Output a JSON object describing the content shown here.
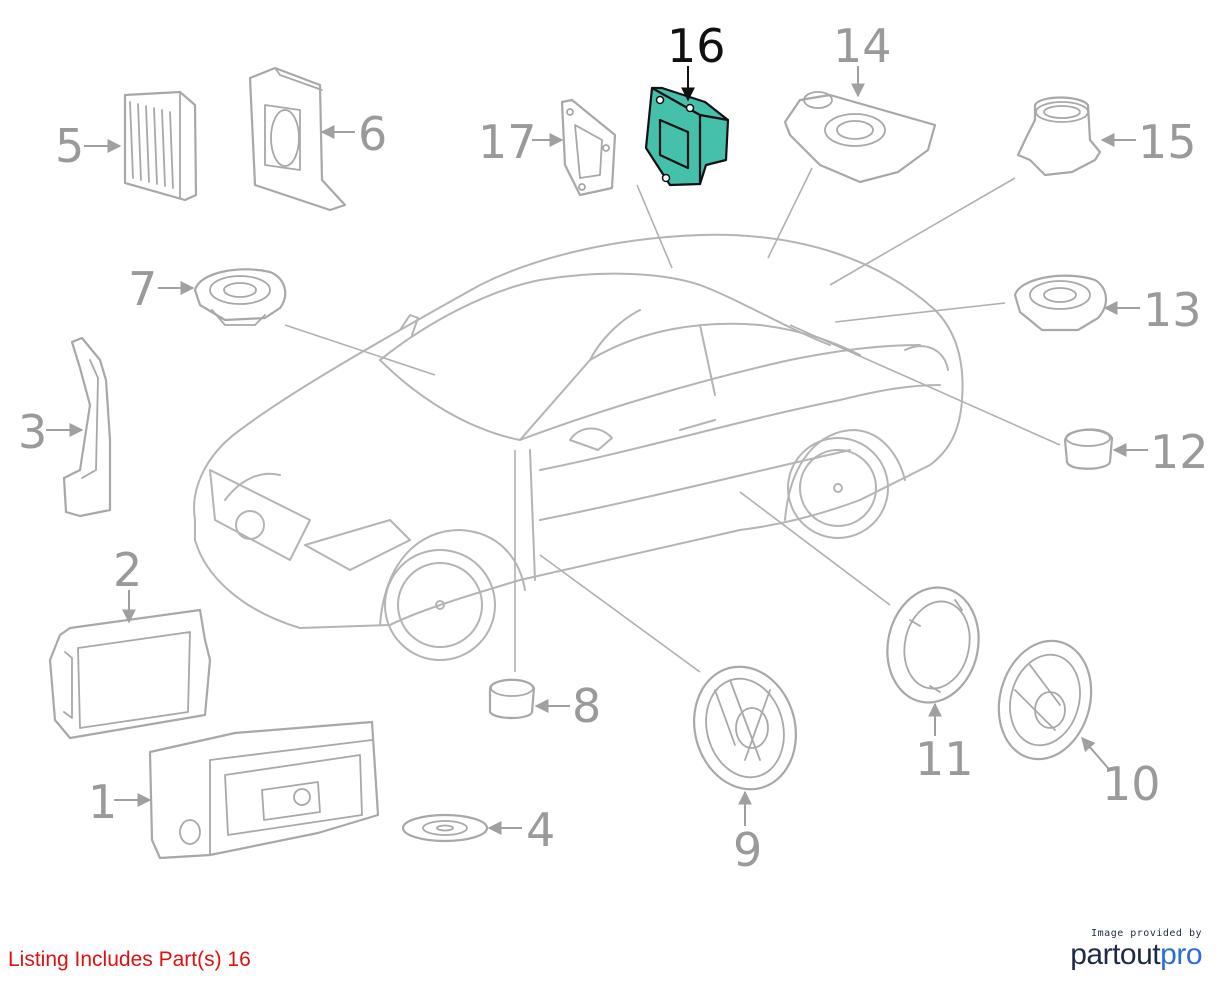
{
  "diagram": {
    "callouts": [
      {
        "id": "1",
        "label": "1"
      },
      {
        "id": "2",
        "label": "2"
      },
      {
        "id": "3",
        "label": "3"
      },
      {
        "id": "4",
        "label": "4"
      },
      {
        "id": "5",
        "label": "5"
      },
      {
        "id": "6",
        "label": "6"
      },
      {
        "id": "7",
        "label": "7"
      },
      {
        "id": "8",
        "label": "8"
      },
      {
        "id": "9",
        "label": "9"
      },
      {
        "id": "10",
        "label": "10"
      },
      {
        "id": "11",
        "label": "11"
      },
      {
        "id": "12",
        "label": "12"
      },
      {
        "id": "13",
        "label": "13"
      },
      {
        "id": "14",
        "label": "14"
      },
      {
        "id": "15",
        "label": "15"
      },
      {
        "id": "16",
        "label": "16"
      },
      {
        "id": "17",
        "label": "17"
      }
    ],
    "highlighted_part": "16"
  },
  "footer": {
    "listing_note": "Listing Includes Part(s) 16"
  },
  "brand": {
    "credit": "Image provided by",
    "logo_part1": "partout",
    "logo_part2": "pro"
  },
  "colors": {
    "highlight_fill": "#45c0aa",
    "line_gray": "#a8a8a8",
    "label_gray": "#9a9a9a",
    "listing_red": "#e01010",
    "brand_navy": "#1f2a44",
    "brand_blue": "#2a6fd6"
  }
}
